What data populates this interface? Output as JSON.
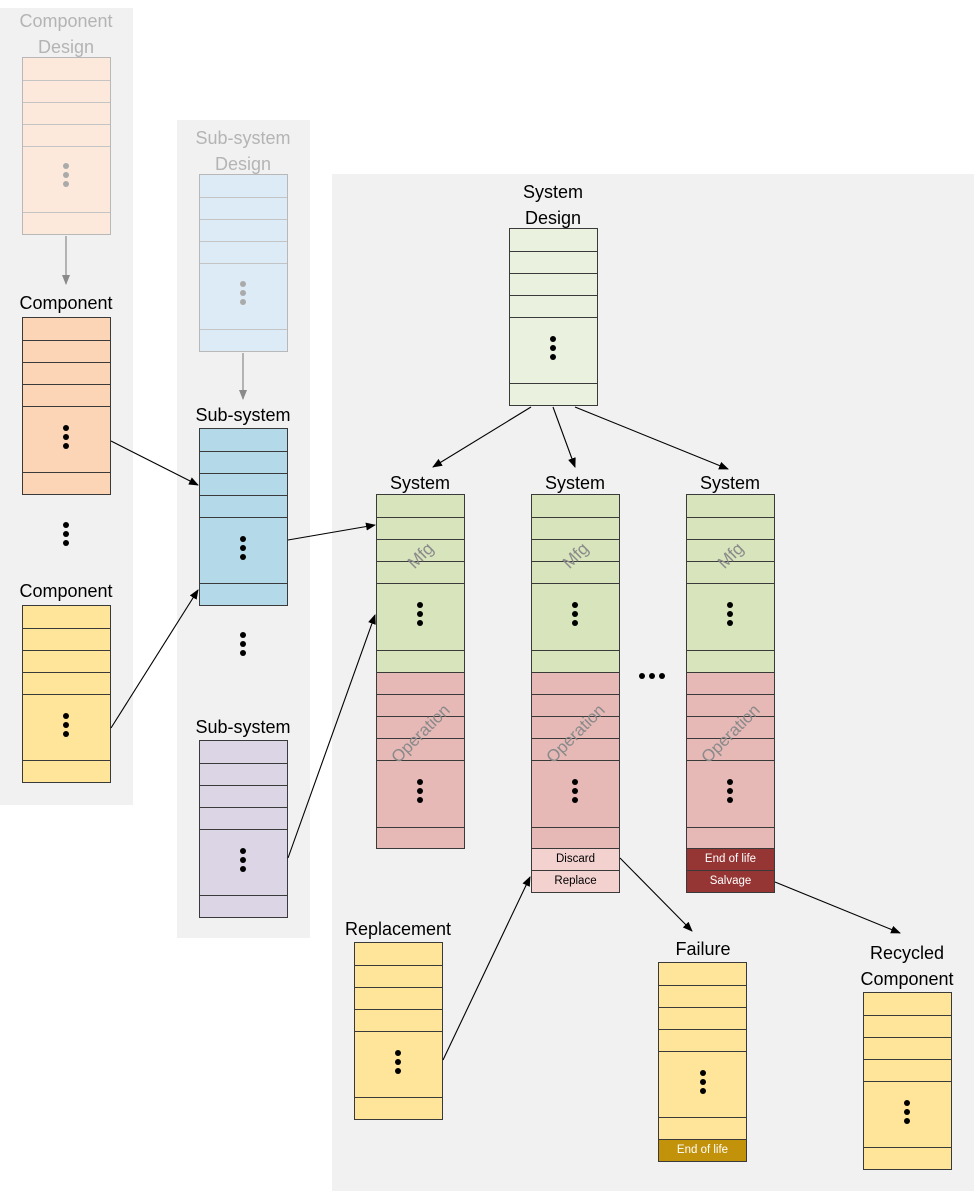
{
  "labels": {
    "component_design": "Component\nDesign",
    "component_1": "Component",
    "component_2": "Component",
    "subsystem_design": "Sub-system\nDesign",
    "subsystem_1": "Sub-system",
    "subsystem_2": "Sub-system",
    "system_design": "System\nDesign",
    "system_1": "System",
    "system_2": "System",
    "system_3": "System",
    "replacement": "Replacement",
    "failure": "Failure",
    "recycled_component": "Recycled\nComponent"
  },
  "phases": {
    "mfg": "Mfg",
    "operation": "Operation"
  },
  "cells": {
    "discard": "Discard",
    "replace": "Replace",
    "end_of_life": "End of life",
    "salvage": "Salvage",
    "failure_end_of_life": "End of life"
  },
  "colors": {
    "component_design": "#fde9dc",
    "component": "#fbd5b6",
    "component_yellow": "#fee599",
    "subsystem_design": "#ddebf6",
    "subsystem": "#b4dae9",
    "subsystem_purple": "#dcd5e6",
    "system_design": "#ebf1df",
    "mfg_green": "#d7e4bc",
    "operation_red": "#e6b9b7",
    "discard_pink": "#f2d1cf",
    "dark_red": "#963634",
    "gold": "#c2920a",
    "region_gray": "#f1f1f1"
  }
}
